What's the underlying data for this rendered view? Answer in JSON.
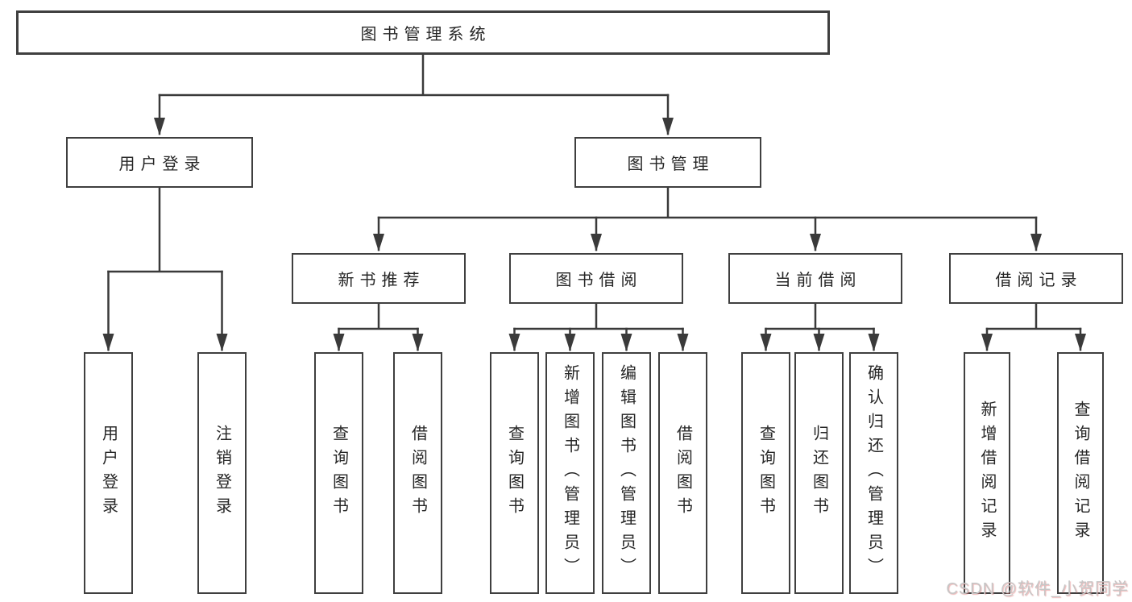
{
  "tree": {
    "root": {
      "label": "图书管理系统",
      "children": [
        {
          "label": "用户登录",
          "children": [
            {
              "label": "用户登录"
            },
            {
              "label": "注销登录"
            }
          ]
        },
        {
          "label": "图书管理",
          "children": [
            {
              "label": "新书推荐",
              "children": [
                {
                  "label": "查询图书"
                },
                {
                  "label": "借阅图书"
                }
              ]
            },
            {
              "label": "图书借阅",
              "children": [
                {
                  "label": "查询图书"
                },
                {
                  "label": "新增图书（管理员）"
                },
                {
                  "label": "编辑图书（管理员）"
                },
                {
                  "label": "借阅图书"
                }
              ]
            },
            {
              "label": "当前借阅",
              "children": [
                {
                  "label": "查询图书"
                },
                {
                  "label": "归还图书"
                },
                {
                  "label": "确认归还（管理员）"
                }
              ]
            },
            {
              "label": "借阅记录",
              "children": [
                {
                  "label": "新增借阅记录"
                },
                {
                  "label": "查询借阅记录"
                }
              ]
            }
          ]
        }
      ]
    }
  },
  "watermark": {
    "text": "CSDN @软件_小贺同学"
  },
  "colors": {
    "line": "#3a3a3a",
    "box_border": "#3f3f3f",
    "text": "#262626",
    "watermark_gray": "#c6c6c6",
    "watermark_red": "#e07a7a",
    "background": "#ffffff"
  }
}
